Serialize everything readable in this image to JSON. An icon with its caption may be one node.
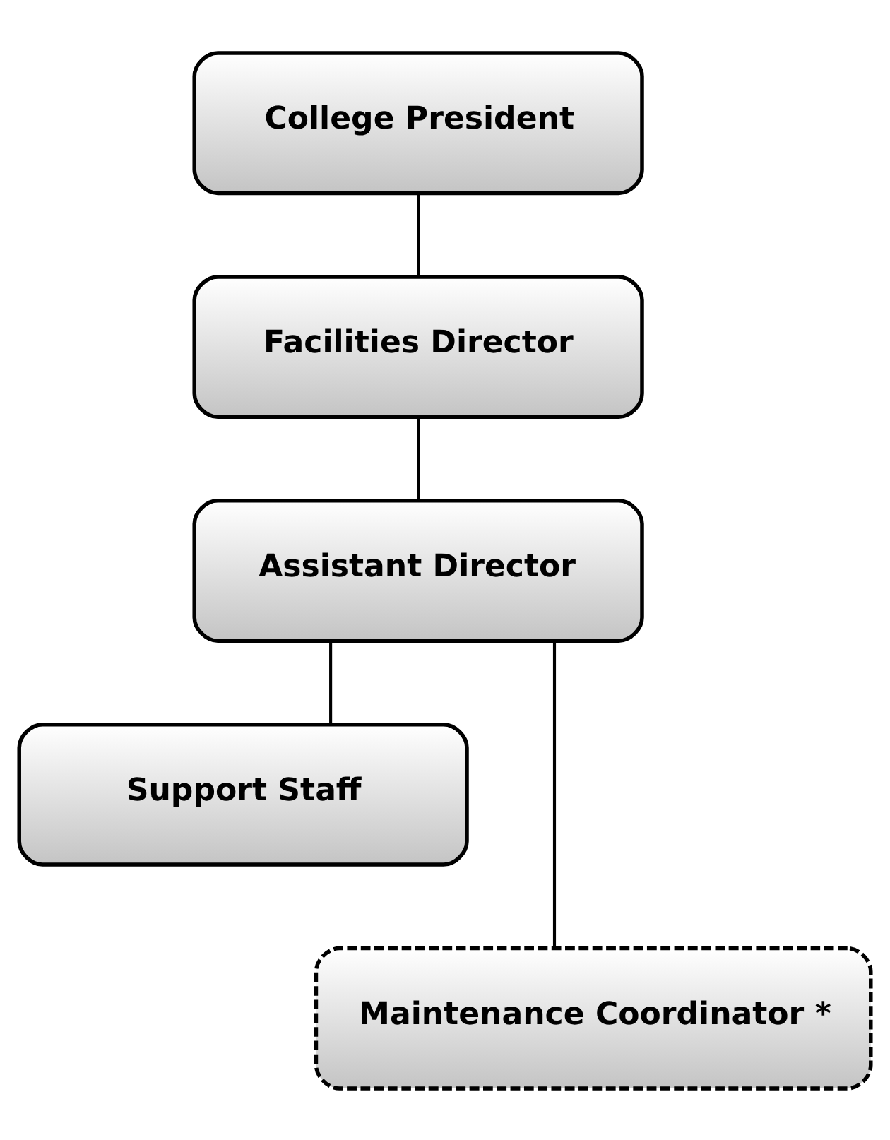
{
  "diagram": {
    "nodes": [
      {
        "text": [
          "College President"
        ]
      },
      {
        "text": [
          "Facilities Director"
        ]
      },
      {
        "text": [
          "Assistant Director"
        ]
      },
      {
        "text": [
          "Support Staff"
        ]
      },
      {
        "text": [
          "Maintenance Coordinator *"
        ]
      }
    ],
    "edges": [
      {
        "from": 0,
        "to": 1,
        "arrow": "none"
      },
      {
        "from": 1,
        "to": 2,
        "arrow": "none"
      },
      {
        "from": 2,
        "to": 3,
        "arrow": "none"
      },
      {
        "from": 2,
        "to": 4,
        "arrow": "none"
      }
    ]
  }
}
